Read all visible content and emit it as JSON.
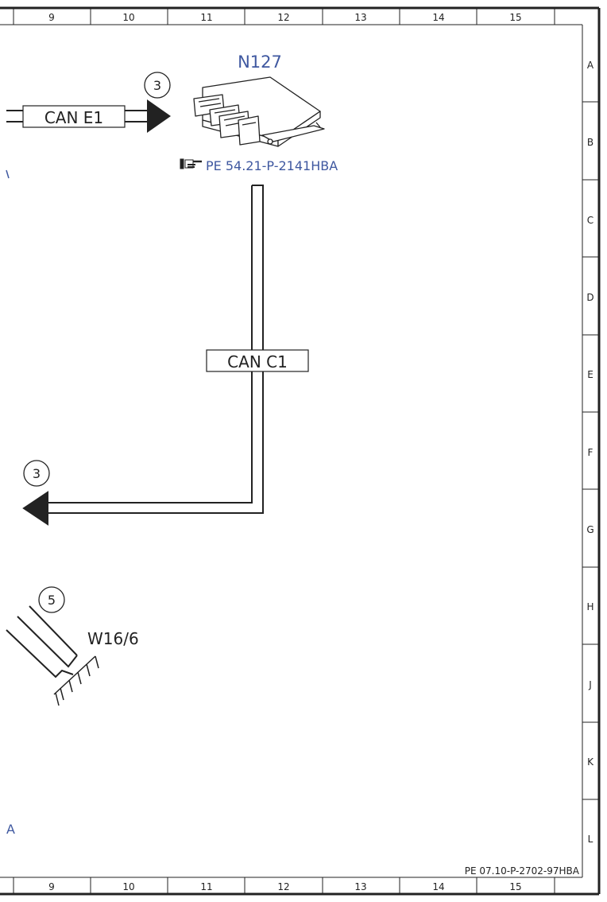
{
  "grid": {
    "columns": [
      "9",
      "10",
      "11",
      "12",
      "13",
      "14",
      "15"
    ],
    "rows": [
      "A",
      "B",
      "C",
      "D",
      "E",
      "F",
      "G",
      "H",
      "J",
      "K",
      "L"
    ]
  },
  "component": {
    "name": "N127",
    "reference": "PE 54.21-P-2141HBA"
  },
  "buses": {
    "can_e1": "CAN E1",
    "can_c1": "CAN C1"
  },
  "connectors": {
    "top": "3",
    "left": "3",
    "ground": "5"
  },
  "ground": {
    "name": "W16/6"
  },
  "edge_fragments": {
    "left_bottom": "A"
  },
  "document_ref": "PE 07.10-P-2702-97HBA",
  "colors": {
    "line": "#222222",
    "blue": "#3f58a0"
  }
}
